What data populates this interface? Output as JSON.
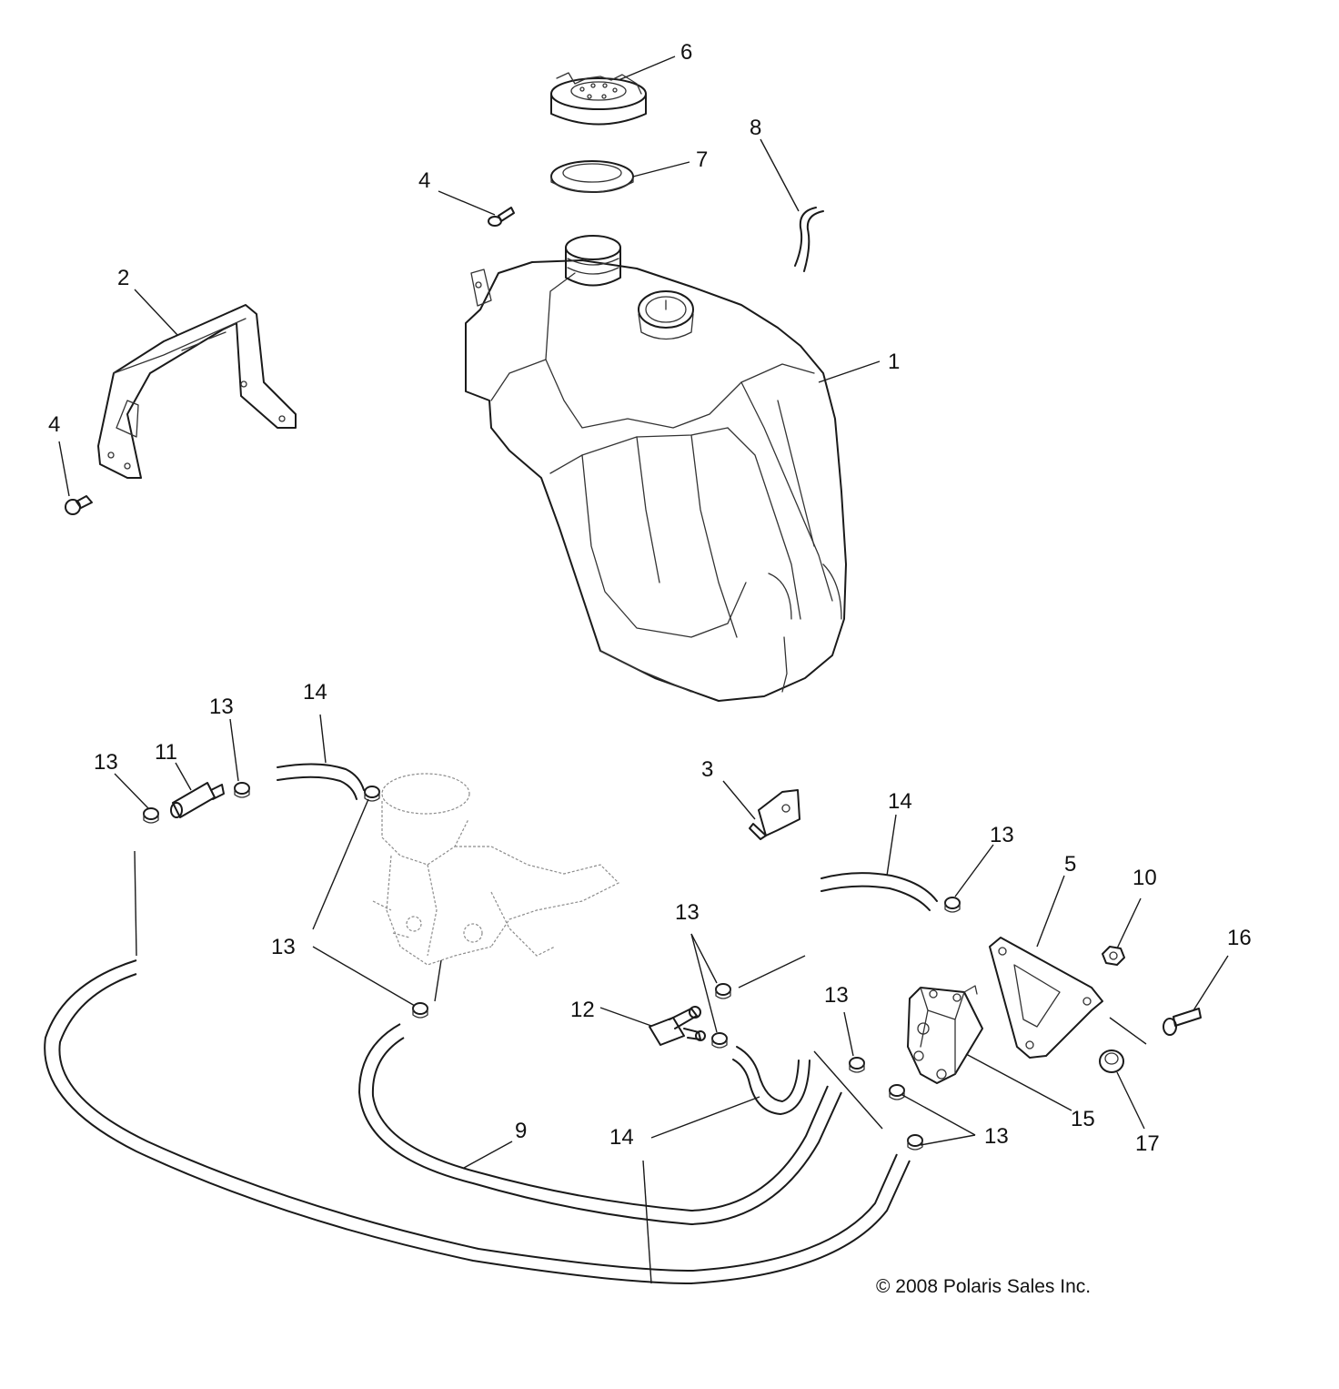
{
  "callouts": {
    "c1": "1",
    "c2": "2",
    "c3": "3",
    "c4a": "4",
    "c4b": "4",
    "c5": "5",
    "c6": "6",
    "c7": "7",
    "c8": "8",
    "c9": "9",
    "c10": "10",
    "c11": "11",
    "c12": "12",
    "c13a": "13",
    "c13b": "13",
    "c13c": "13",
    "c13d": "13",
    "c13e": "13",
    "c13f": "13",
    "c13g": "13",
    "c14a": "14",
    "c14b": "14",
    "c14c": "14",
    "c15": "15",
    "c16": "16",
    "c17": "17"
  },
  "copyright": "© 2008 Polaris Sales Inc."
}
